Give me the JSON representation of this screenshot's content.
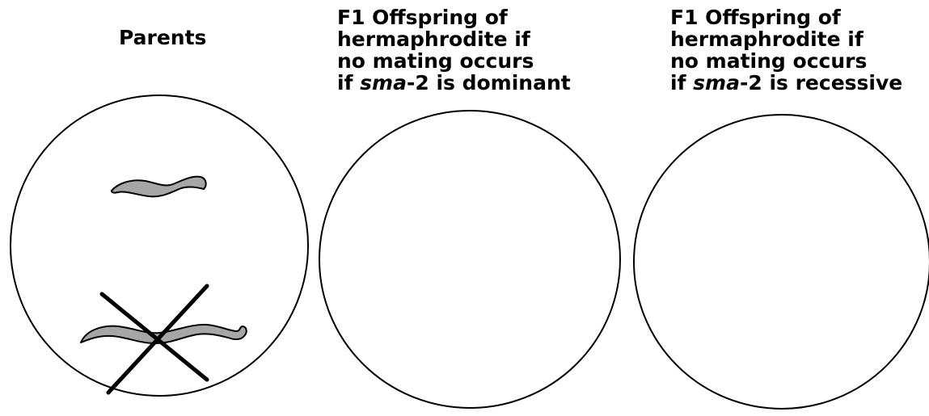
{
  "panels": [
    {
      "id": "parents",
      "heading_lines": [
        {
          "pre": "Parents",
          "em": "",
          "post": ""
        }
      ]
    },
    {
      "id": "dominant",
      "heading_lines": [
        {
          "pre": "F1 Offspring of",
          "em": "",
          "post": ""
        },
        {
          "pre": "hermaphrodite if",
          "em": "",
          "post": ""
        },
        {
          "pre": "no mating occurs",
          "em": "",
          "post": ""
        },
        {
          "pre": "if ",
          "em": "sma",
          "post": "-2 is dominant"
        }
      ]
    },
    {
      "id": "recessive",
      "heading_lines": [
        {
          "pre": "F1 Offspring of",
          "em": "",
          "post": ""
        },
        {
          "pre": "hermaphrodite if",
          "em": "",
          "post": ""
        },
        {
          "pre": "no mating occurs",
          "em": "",
          "post": ""
        },
        {
          "pre": "if ",
          "em": "sma",
          "post": "-2 is recessive"
        }
      ]
    }
  ],
  "colors": {
    "outline": "#000000",
    "worm_fill": "#a6a6a6",
    "background": "#ffffff"
  },
  "icons": {
    "small_worm": "worm-icon",
    "large_worm": "worm-icon",
    "cross": "cross-out-icon"
  }
}
